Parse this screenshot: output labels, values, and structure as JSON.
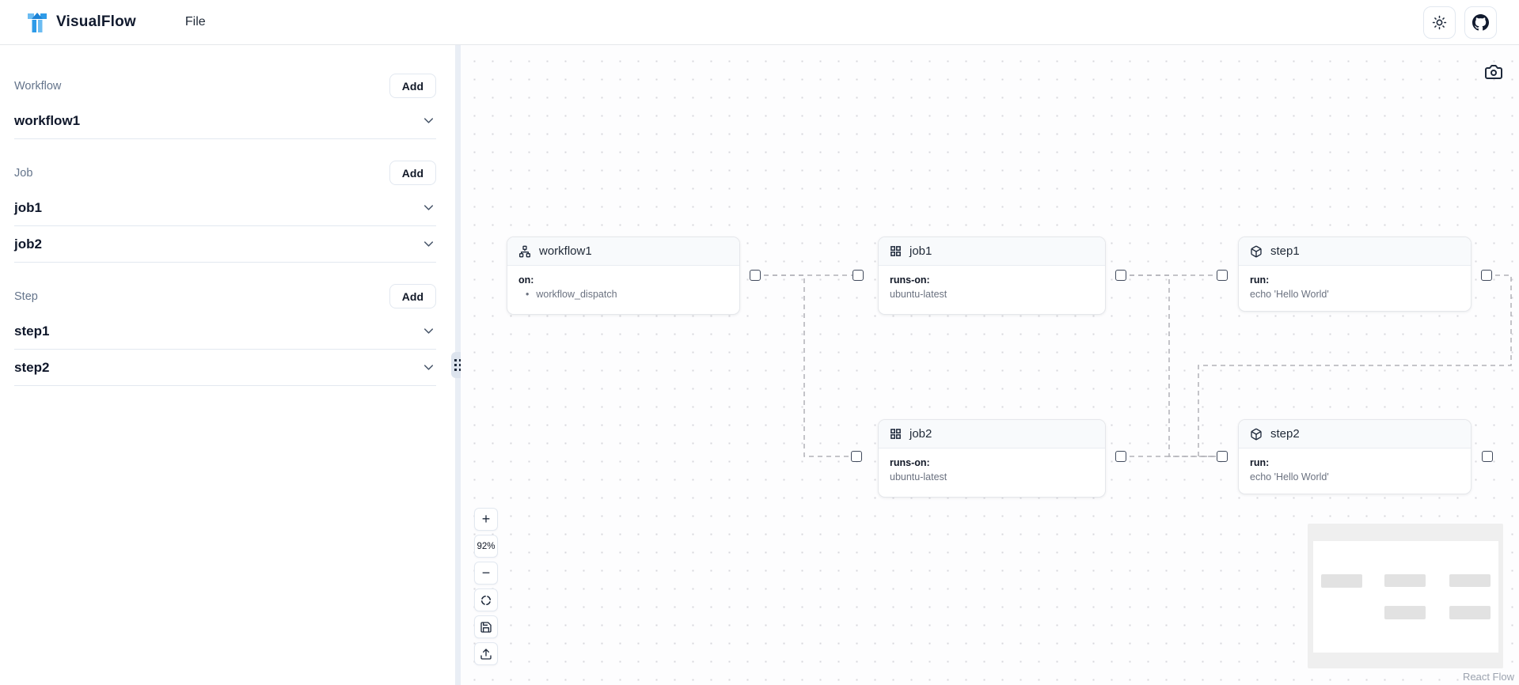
{
  "navbar": {
    "app_name": "VisualFlow",
    "menu_file": "File",
    "icons": [
      "theme-sun-icon",
      "github-icon"
    ]
  },
  "sidebar": {
    "sections": [
      {
        "label": "Workflow",
        "add_label": "Add",
        "items": [
          "workflow1"
        ]
      },
      {
        "label": "Job",
        "add_label": "Add",
        "items": [
          "job1",
          "job2"
        ]
      },
      {
        "label": "Step",
        "add_label": "Add",
        "items": [
          "step1",
          "step2"
        ]
      }
    ]
  },
  "canvas": {
    "nodes": [
      {
        "id": "workflow1",
        "icon": "workflow-icon",
        "title": "workflow1",
        "fields": [
          {
            "label": "on:",
            "value": "workflow_dispatch",
            "bullet": true
          }
        ]
      },
      {
        "id": "job1",
        "icon": "job-grid-icon",
        "title": "job1",
        "fields": [
          {
            "label": "runs-on:",
            "value": "ubuntu-latest"
          }
        ]
      },
      {
        "id": "step1",
        "icon": "step-box-icon",
        "title": "step1",
        "fields": [
          {
            "label": "run:",
            "value": "echo 'Hello World'"
          }
        ]
      },
      {
        "id": "job2",
        "icon": "job-grid-icon",
        "title": "job2",
        "fields": [
          {
            "label": "runs-on:",
            "value": "ubuntu-latest"
          }
        ]
      },
      {
        "id": "step2",
        "icon": "step-box-icon",
        "title": "step2",
        "fields": [
          {
            "label": "run:",
            "value": "echo 'Hello World'"
          }
        ]
      }
    ],
    "edges": [
      {
        "from": "workflow1",
        "to": "job1"
      },
      {
        "from": "workflow1",
        "to": "job2"
      },
      {
        "from": "job1",
        "to": "step1"
      },
      {
        "from": "job1",
        "to": "step2"
      },
      {
        "from": "job2",
        "to": "step2"
      },
      {
        "from": "step1",
        "to": "step2"
      }
    ],
    "controls": {
      "zoom_in": "+",
      "zoom_out": "−",
      "zoom_level": "92%"
    },
    "attribution": "React Flow"
  },
  "colors": {
    "accent_blue": "#2e9be8",
    "edge": "#b1b1b7",
    "node_header_bg": "#f8fafc",
    "border": "#e5e7eb",
    "text_dark": "#111827",
    "text_gray": "#6b7280"
  }
}
